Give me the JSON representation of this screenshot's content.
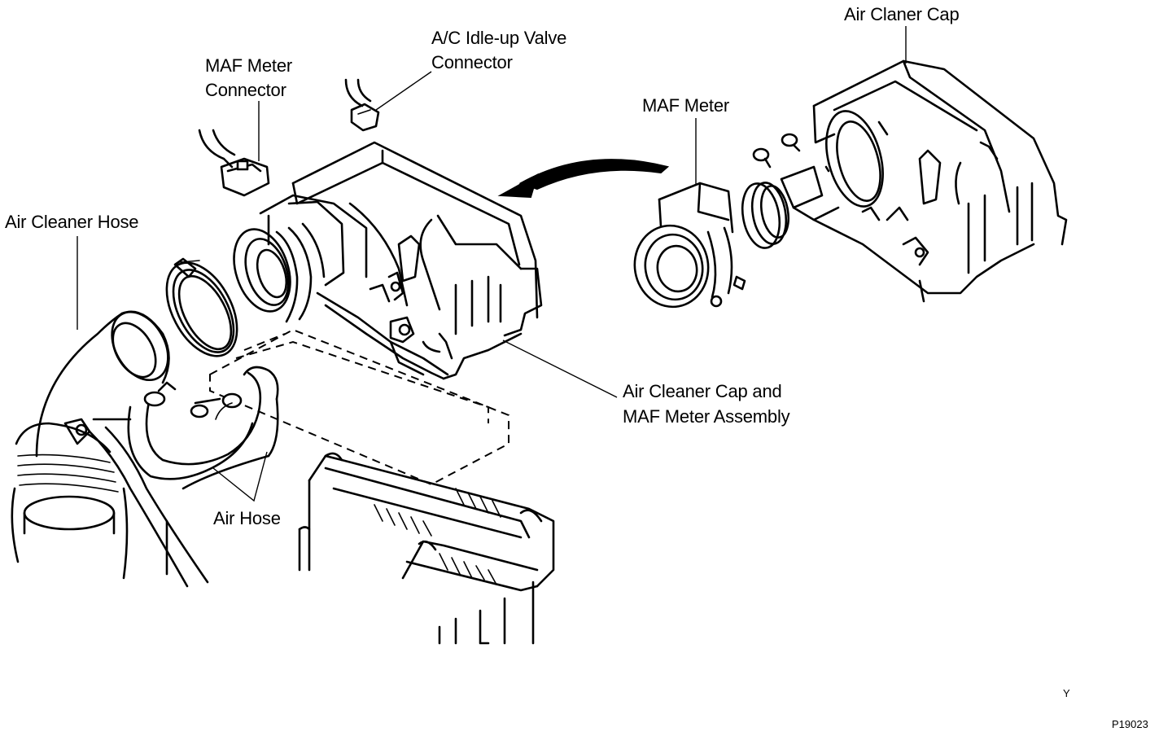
{
  "labels": {
    "air_claner_cap": "Air Claner Cap",
    "ac_idle_line1": "A/C Idle-up Valve",
    "ac_idle_line2": "Connector",
    "maf_conn_line1": "MAF Meter",
    "maf_conn_line2": "Connector",
    "maf_meter": "MAF Meter",
    "air_cleaner_hose": "Air Cleaner Hose",
    "assembly_line1": "Air Cleaner Cap and",
    "assembly_line2": "MAF Meter Assembly",
    "air_hose": "Air Hose"
  },
  "corner_marks": {
    "y_mark": "Y",
    "figure_code": "P19023"
  }
}
